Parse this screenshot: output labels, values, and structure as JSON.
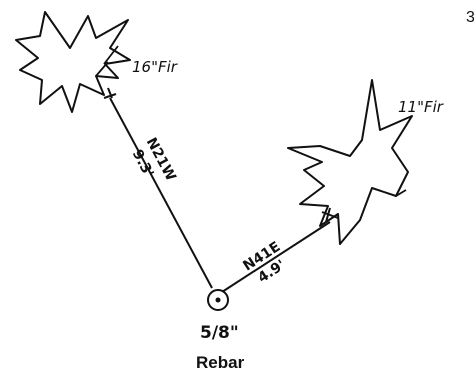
{
  "corner_mark": "3",
  "trees": [
    {
      "id": "fir16",
      "label": "16\"Fir"
    },
    {
      "id": "fir11",
      "label": "11\"Fir"
    }
  ],
  "ties": [
    {
      "bearing": "N21W",
      "distance": "9.3'"
    },
    {
      "bearing": "N41E",
      "distance": "4.9'"
    }
  ],
  "monument": {
    "size": "5/8\"",
    "type": "Rebar"
  },
  "colors": {
    "ink": "#111111",
    "paper": "#ffffff"
  }
}
